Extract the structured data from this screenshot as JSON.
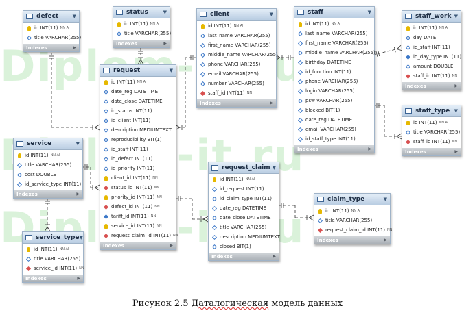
{
  "watermark": "Diplom-it.ru",
  "caption": {
    "prefix": "Рисунок 2.5 ",
    "underlined": "Даталогическая",
    "suffix": " модель данных"
  },
  "indexes_label": "Indexes",
  "tables": [
    {
      "id": "defect",
      "name": "defect",
      "columns": [
        {
          "name": "id INT(11)",
          "icon": "key",
          "flags": "NN AI"
        },
        {
          "name": "title VARCHAR(255)",
          "icon": "empty",
          "flags": ""
        }
      ]
    },
    {
      "id": "status",
      "name": "status",
      "columns": [
        {
          "name": "id INT(11)",
          "icon": "key",
          "flags": "NN AI"
        },
        {
          "name": "title VARCHAR(255)",
          "icon": "empty",
          "flags": ""
        }
      ]
    },
    {
      "id": "client",
      "name": "client",
      "columns": [
        {
          "name": "id INT(11)",
          "icon": "key",
          "flags": "NN AI"
        },
        {
          "name": "last_name VARCHAR(255)",
          "icon": "empty",
          "flags": ""
        },
        {
          "name": "first_name VARCHAR(255)",
          "icon": "empty",
          "flags": ""
        },
        {
          "name": "middle_name VARCHAR(255)",
          "icon": "empty",
          "flags": ""
        },
        {
          "name": "phone VARCHAR(255)",
          "icon": "empty",
          "flags": ""
        },
        {
          "name": "email VARCHAR(255)",
          "icon": "empty",
          "flags": ""
        },
        {
          "name": "number VARCHAR(255)",
          "icon": "empty",
          "flags": ""
        },
        {
          "name": "staff_id INT(11)",
          "icon": "fk",
          "flags": "NN"
        }
      ]
    },
    {
      "id": "staff",
      "name": "staff",
      "columns": [
        {
          "name": "id INT(11)",
          "icon": "key",
          "flags": "NN AI"
        },
        {
          "name": "last_name VARCHAR(255)",
          "icon": "empty",
          "flags": ""
        },
        {
          "name": "first_name VARCHAR(255)",
          "icon": "empty",
          "flags": ""
        },
        {
          "name": "middle_name VARCHAR(255)",
          "icon": "empty",
          "flags": ""
        },
        {
          "name": "birthday DATETIME",
          "icon": "empty",
          "flags": ""
        },
        {
          "name": "id_function INT(11)",
          "icon": "empty",
          "flags": ""
        },
        {
          "name": "phone VARCHAR(255)",
          "icon": "empty",
          "flags": ""
        },
        {
          "name": "login VARCHAR(255)",
          "icon": "empty",
          "flags": ""
        },
        {
          "name": "psw VARCHAR(255)",
          "icon": "empty",
          "flags": ""
        },
        {
          "name": "blocked BIT(1)",
          "icon": "empty",
          "flags": ""
        },
        {
          "name": "date_reg DATETIME",
          "icon": "empty",
          "flags": ""
        },
        {
          "name": "email VARCHAR(255)",
          "icon": "empty",
          "flags": ""
        },
        {
          "name": "id_staff_type INT(11)",
          "icon": "empty",
          "flags": ""
        }
      ]
    },
    {
      "id": "staff_work",
      "name": "staff_work",
      "columns": [
        {
          "name": "id INT(11)",
          "icon": "key",
          "flags": "NN AI"
        },
        {
          "name": "day DATE",
          "icon": "empty",
          "flags": ""
        },
        {
          "name": "id_staff INT(11)",
          "icon": "empty",
          "flags": ""
        },
        {
          "name": "id_day_type INT(11)",
          "icon": "filled",
          "flags": ""
        },
        {
          "name": "amount DOUBLE",
          "icon": "empty",
          "flags": ""
        },
        {
          "name": "staff_id INT(11)",
          "icon": "fk",
          "flags": "NN"
        }
      ]
    },
    {
      "id": "request",
      "name": "request",
      "columns": [
        {
          "name": "id INT(11)",
          "icon": "key",
          "flags": "NN AI"
        },
        {
          "name": "date_reg DATETIME",
          "icon": "empty",
          "flags": ""
        },
        {
          "name": "date_close DATETIME",
          "icon": "empty",
          "flags": ""
        },
        {
          "name": "id_status INT(11)",
          "icon": "empty",
          "flags": ""
        },
        {
          "name": "id_client INT(11)",
          "icon": "empty",
          "flags": ""
        },
        {
          "name": "description MEDIUMTEXT",
          "icon": "empty",
          "flags": ""
        },
        {
          "name": "reproducibility BIT(1)",
          "icon": "empty",
          "flags": ""
        },
        {
          "name": "id_staff INT(11)",
          "icon": "empty",
          "flags": ""
        },
        {
          "name": "id_defect INT(11)",
          "icon": "empty",
          "flags": ""
        },
        {
          "name": "id_priority INT(11)",
          "icon": "empty",
          "flags": ""
        },
        {
          "name": "client_id INT(11)",
          "icon": "key",
          "flags": "NN"
        },
        {
          "name": "status_id INT(11)",
          "icon": "fk",
          "flags": "NN"
        },
        {
          "name": "priority_id INT(11)",
          "icon": "key",
          "flags": "NN"
        },
        {
          "name": "defect_id INT(11)",
          "icon": "fk",
          "flags": "NN"
        },
        {
          "name": "tariff_id INT(11)",
          "icon": "filled",
          "flags": "NN"
        },
        {
          "name": "service_id INT(11)",
          "icon": "key",
          "flags": "NN"
        },
        {
          "name": "request_claim_id INT(11)",
          "icon": "fk",
          "flags": "NN"
        }
      ]
    },
    {
      "id": "service",
      "name": "service",
      "columns": [
        {
          "name": "id INT(11)",
          "icon": "key",
          "flags": "NN AI"
        },
        {
          "name": "title VARCHAR(255)",
          "icon": "empty",
          "flags": ""
        },
        {
          "name": "cost DOUBLE",
          "icon": "empty",
          "flags": ""
        },
        {
          "name": "id_service_type INT(11)",
          "icon": "empty",
          "flags": ""
        }
      ]
    },
    {
      "id": "service_type",
      "name": "service_type",
      "columns": [
        {
          "name": "id INT(11)",
          "icon": "key",
          "flags": "NN AI"
        },
        {
          "name": "title VARCHAR(255)",
          "icon": "empty",
          "flags": ""
        },
        {
          "name": "service_id INT(11)",
          "icon": "fk",
          "flags": "NN"
        }
      ]
    },
    {
      "id": "request_claim",
      "name": "request_claim",
      "columns": [
        {
          "name": "id INT(11)",
          "icon": "key",
          "flags": "NN AI"
        },
        {
          "name": "id_request INT(11)",
          "icon": "empty",
          "flags": ""
        },
        {
          "name": "id_claim_type INT(11)",
          "icon": "empty",
          "flags": ""
        },
        {
          "name": "date_reg DATETIME",
          "icon": "empty",
          "flags": ""
        },
        {
          "name": "date_close DATETIME",
          "icon": "empty",
          "flags": ""
        },
        {
          "name": "title VARCHAR(255)",
          "icon": "empty",
          "flags": ""
        },
        {
          "name": "description MEDIUMTEXT",
          "icon": "empty",
          "flags": ""
        },
        {
          "name": "closed BIT(1)",
          "icon": "empty",
          "flags": ""
        }
      ]
    },
    {
      "id": "staff_type",
      "name": "staff_type",
      "columns": [
        {
          "name": "id INT(11)",
          "icon": "key",
          "flags": "NN AI"
        },
        {
          "name": "title VARCHAR(255)",
          "icon": "empty",
          "flags": ""
        },
        {
          "name": "staff_id INT(11)",
          "icon": "fk",
          "flags": "NN"
        }
      ]
    },
    {
      "id": "claim_type",
      "name": "claim_type",
      "columns": [
        {
          "name": "id INT(11)",
          "icon": "key",
          "flags": "NN AI"
        },
        {
          "name": "title VARCHAR(255)",
          "icon": "empty",
          "flags": ""
        },
        {
          "name": "request_claim_id INT(11)",
          "icon": "fk",
          "flags": "NN"
        }
      ]
    }
  ],
  "relationships": [
    {
      "from": "defect",
      "to": "request"
    },
    {
      "from": "status",
      "to": "request"
    },
    {
      "from": "client",
      "to": "request"
    },
    {
      "from": "staff",
      "to": "client"
    },
    {
      "from": "staff",
      "to": "staff_work"
    },
    {
      "from": "staff",
      "to": "staff_type"
    },
    {
      "from": "service",
      "to": "request"
    },
    {
      "from": "service",
      "to": "service_type"
    },
    {
      "from": "request",
      "to": "request_claim"
    },
    {
      "from": "request_claim",
      "to": "claim_type"
    }
  ]
}
